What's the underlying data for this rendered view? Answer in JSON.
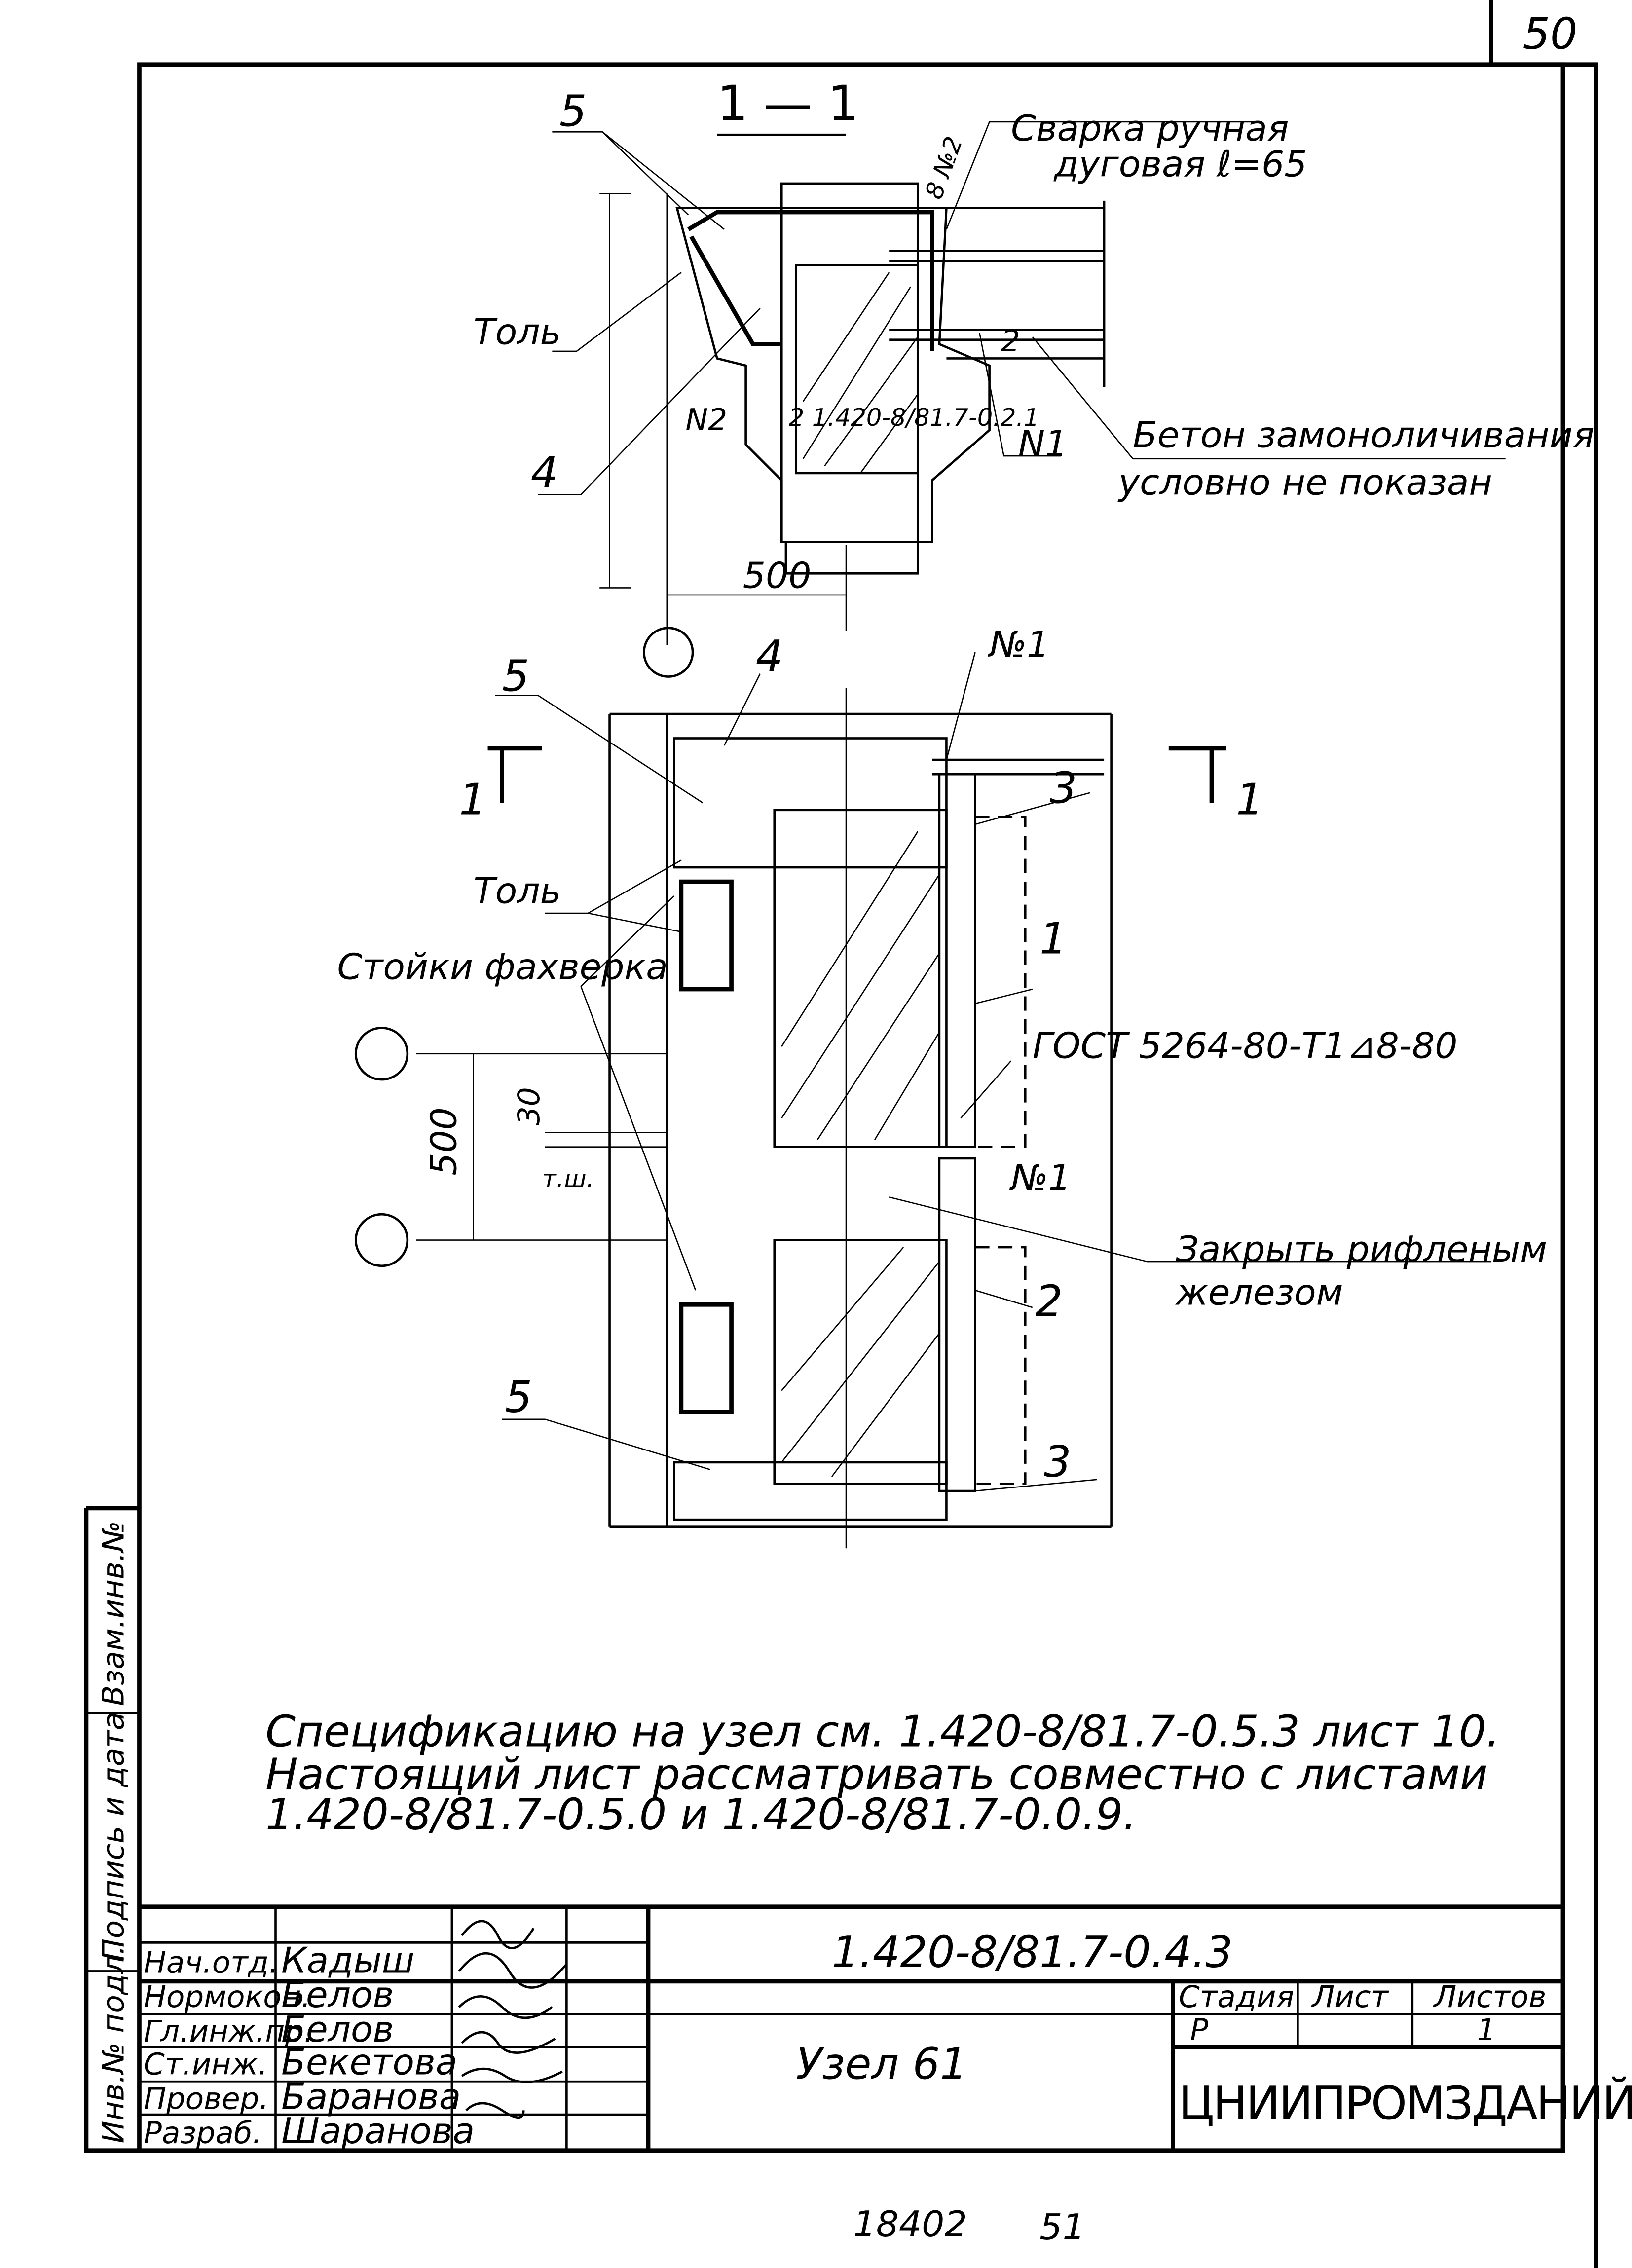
{
  "sheet_number": "50",
  "section_label": "1 — 1",
  "callouts": {
    "pos5": "5",
    "pos4": "4",
    "pos3": "3",
    "pos2": "2",
    "pos1": "1",
    "tal": "Толь",
    "n1": "N1",
    "n2": "N2",
    "no1": "№1",
    "weld_spec": "8 №2",
    "section_2": "2",
    "element_mark": "2 1.420-8/81.7-0.2.1",
    "dim_500": "500",
    "dim_30": "30",
    "tsh": "т.ш.",
    "section_1": "1",
    "weld_note_line1": "Сварка ручная",
    "weld_note_line2": "дуговая ℓ=65",
    "concrete_note_line1": "Бетон замоноличивания",
    "concrete_note_line2": "условно не показан",
    "stoiki": "Стойки фахверка",
    "gost": "ГОСТ 5264-80-Т1⊿8-80",
    "cover_line1": "Закрыть рифленым",
    "cover_line2": "железом"
  },
  "notes": [
    "Спецификацию на узел см. 1.420-8/81.7-0.5.3 лист 10.",
    "Настоящий лист рассматривать совместно с листами",
    "1.420-8/81.7-0.5.0  и  1.420-8/81.7-0.0.9."
  ],
  "side_stamp": [
    "Инв.№ подл.",
    "Подпись и дата",
    "Взам.инв.№"
  ],
  "title_block": {
    "document_code": "1.420-8/81.7-0.4.3",
    "title": "Узел 61",
    "organization": "ЦНИИПРОМЗДАНИЙ",
    "stage_header": "Стадия",
    "sheet_header": "Лист",
    "sheets_header": "Листов",
    "stage": "Р",
    "sheet": "",
    "sheets": "1",
    "signatures": [
      {
        "role": "Нач.отд.",
        "name": "Кадыш"
      },
      {
        "role": "Нормокон.",
        "name": "Белов"
      },
      {
        "role": "Гл.инж.пр.",
        "name": "Белов"
      },
      {
        "role": "Ст.инж.",
        "name": "Бекетова"
      },
      {
        "role": "Провер.",
        "name": "Баранова"
      },
      {
        "role": "Разраб.",
        "name": "Шаранова"
      }
    ]
  },
  "footer": {
    "order": "18402",
    "page": "51"
  }
}
